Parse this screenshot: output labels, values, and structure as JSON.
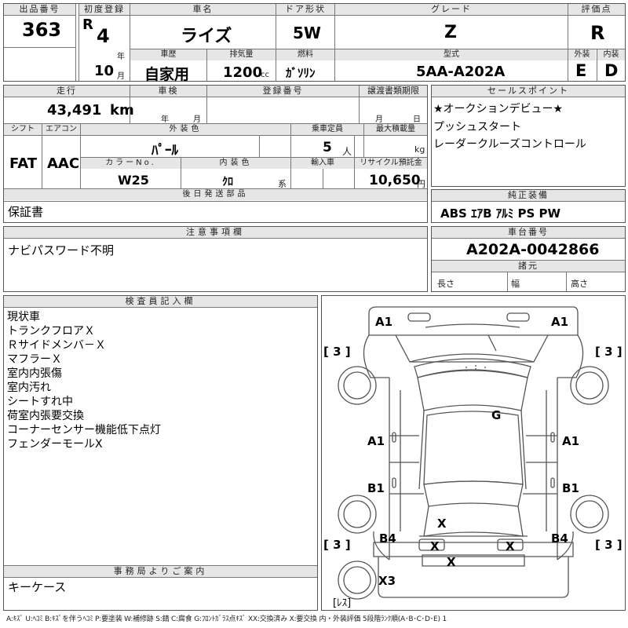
{
  "header": {
    "lot_label": "出品番号",
    "lot_value": "363",
    "first_reg_label": "初度登録",
    "era": "R",
    "reg_year": "4",
    "year_unit": "年",
    "reg_month": "10",
    "month_unit": "月",
    "car_name_label": "車名",
    "car_name": "ライズ",
    "door_label": "ドア形状",
    "door_value": "5W",
    "grade_label": "グレード",
    "grade_value": "Z",
    "score_label": "評価点",
    "score_value": "R",
    "history_label": "車歴",
    "history_value": "自家用",
    "displacement_label": "排気量",
    "displacement_value": "1200",
    "displacement_unit": "cc",
    "fuel_label": "燃料",
    "fuel_value": "ｶﾞｿﾘﾝ",
    "model_label": "型式",
    "model_value": "5AA-A202A",
    "exterior_label": "外装",
    "exterior_value": "E",
    "interior_label": "内装",
    "interior_value": "D"
  },
  "row2": {
    "mileage_label": "走行",
    "mileage_value": "43,491",
    "mileage_unit": "km",
    "inspection_label": "車検",
    "insp_year_unit": "年",
    "insp_month_unit": "月",
    "plate_label": "登録番号",
    "transfer_label": "譲渡書類期限",
    "transfer_month_unit": "月",
    "transfer_day_unit": "日",
    "shift_label": "シフト",
    "shift_value": "FAT",
    "ac_label": "エアコン",
    "ac_value": "AAC",
    "color_label": "外装色",
    "color_value": "ﾊﾟｰﾙ",
    "capacity_label": "乗車定員",
    "capacity_value": "5",
    "capacity_unit": "人",
    "payload_label": "最大積載量",
    "payload_unit": "kg",
    "color_no_label": "カラーNo.",
    "color_no_value": "W25",
    "int_color_label": "内装色",
    "int_color_value": "ｸﾛ",
    "int_color_unit": "系",
    "import_label": "輸入車",
    "recycle_label": "リサイクル預託金",
    "recycle_value": "10,650",
    "recycle_unit": "円",
    "later_parts_label": "後日発送部品",
    "later_parts_value": "保証書"
  },
  "sales": {
    "label": "セールスポイント",
    "lines": [
      "★オークションデビュー★",
      "プッシュスタート",
      "レーダークルーズコントロール"
    ]
  },
  "equipment": {
    "label": "純正装備",
    "value": "ABS ｴｱB ｱﾙﾐ PS PW"
  },
  "caution": {
    "label": "注意事項欄",
    "value": "ナビパスワード不明"
  },
  "chassis": {
    "label": "車台番号",
    "value": "A202A-0042866",
    "dims_label": "諸元",
    "length_label": "長さ",
    "width_label": "幅",
    "height_label": "高さ"
  },
  "inspector": {
    "label": "検査員記入欄",
    "lines": [
      "現状車",
      "トランクフロアＸ",
      "Ｒサイドメンバ－Ｘ",
      "マフラーＸ",
      "室内内張傷",
      "室内汚れ",
      "シートすれ中",
      "荷室内張要交換",
      "コーナーセンサー機能低下点灯",
      "フェンダーモールX"
    ]
  },
  "office": {
    "label": "事務局よりご案内",
    "value": "キーケース"
  },
  "diagram": {
    "front_left": "A1",
    "front_right": "A1",
    "tire_fl": "[ 3 ]",
    "tire_fr": "[ 3 ]",
    "tire_rl": "[ 3 ]",
    "tire_rr": "[ 3 ]",
    "glass": "G",
    "door_fl": "A1",
    "door_fr": "A1",
    "door_rl": "B1",
    "door_rr": "B1",
    "roof": "X",
    "rear_left": "B4",
    "rear_right": "B4",
    "lamp_l": "X",
    "lamp_r": "X",
    "bumper": "X",
    "bumper_corner": "X3",
    "spare": "[ﾚｽ]"
  },
  "legend": "A:ｷｽﾞ U:ﾍｺﾐ B:ｷｽﾞを伴うﾍｺﾐ P:要塗装 W:補修跡 S:錆 C:腐食 G:ﾌﾛﾝﾄｶﾞﾗｽ点ｷｽﾞ XX:交換済み X:要交換 内・外装評価 5段階ﾗﾝｸ順(A･B･C･D･E) 1"
}
